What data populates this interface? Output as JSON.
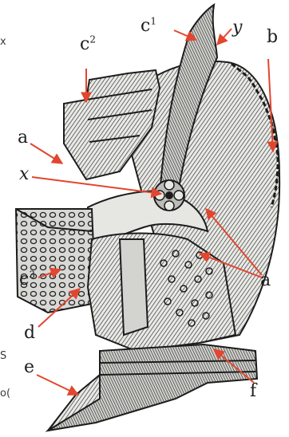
{
  "diagram": {
    "labels": {
      "c1": {
        "letter": "c",
        "sup": "1"
      },
      "c2": {
        "letter": "c",
        "sup": "2"
      },
      "c3": {
        "letter": "c",
        "sup": "3"
      },
      "y": "y",
      "b": "b",
      "a_top": "a",
      "x": "x",
      "a_right": "a",
      "d": "d",
      "e": "e",
      "f": "f"
    },
    "edge_fragments": {
      "top_left": "x",
      "mid_left": "S",
      "bottom_left": "o("
    },
    "colors": {
      "arrow": "#e2462e",
      "ink": "#1e1e1e",
      "paper": "#ffffff"
    }
  }
}
